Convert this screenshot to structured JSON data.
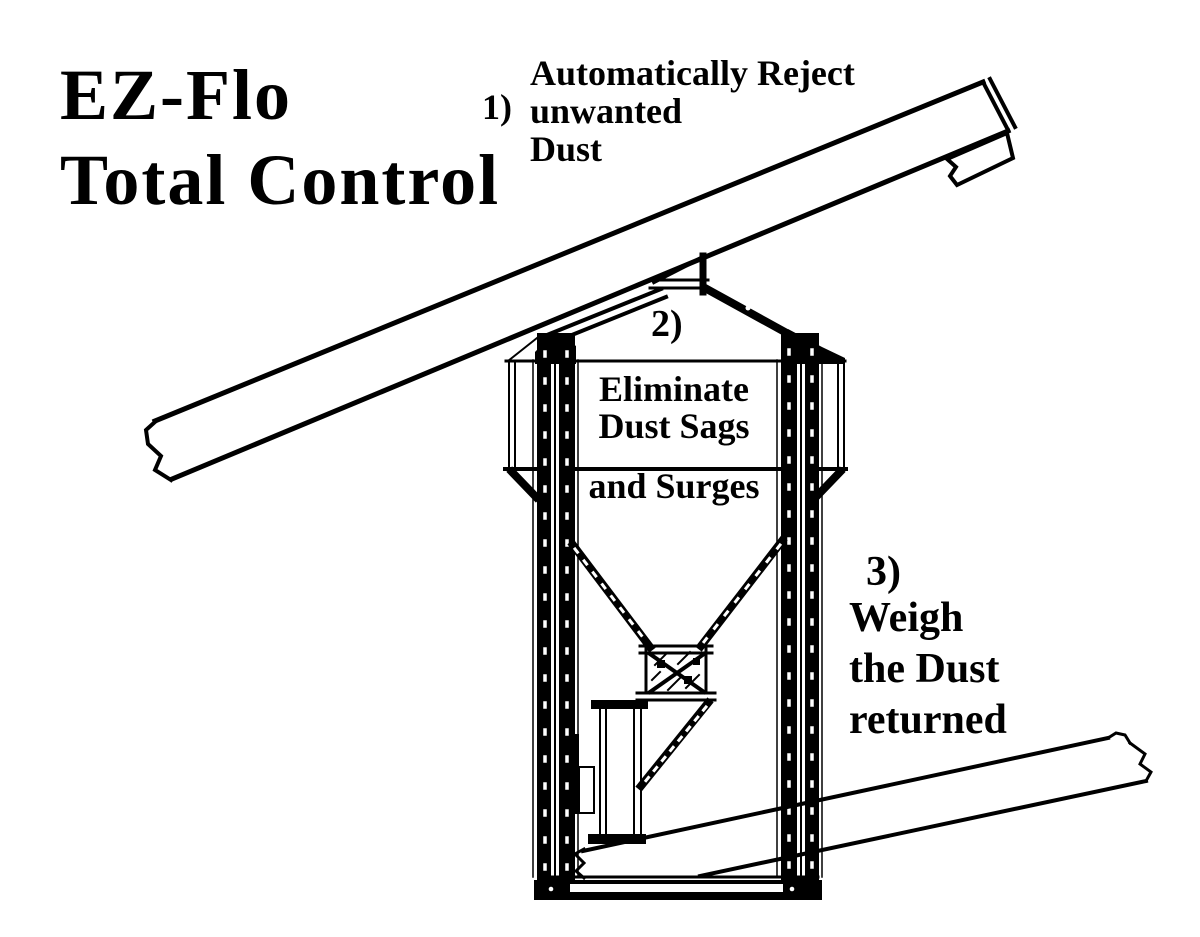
{
  "colors": {
    "ink": "#000000",
    "background": "#ffffff"
  },
  "title": {
    "line1": "EZ-Flo",
    "line2": "Total Control"
  },
  "callouts": [
    {
      "number": "1)",
      "lines": [
        "Automatically Reject",
        "unwanted",
        "Dust"
      ]
    },
    {
      "number": "2)",
      "lines": [
        "Eliminate",
        "Dust Sags",
        "and Surges"
      ]
    },
    {
      "number": "3)",
      "lines": [
        "Weigh",
        "the Dust",
        "returned"
      ]
    }
  ]
}
